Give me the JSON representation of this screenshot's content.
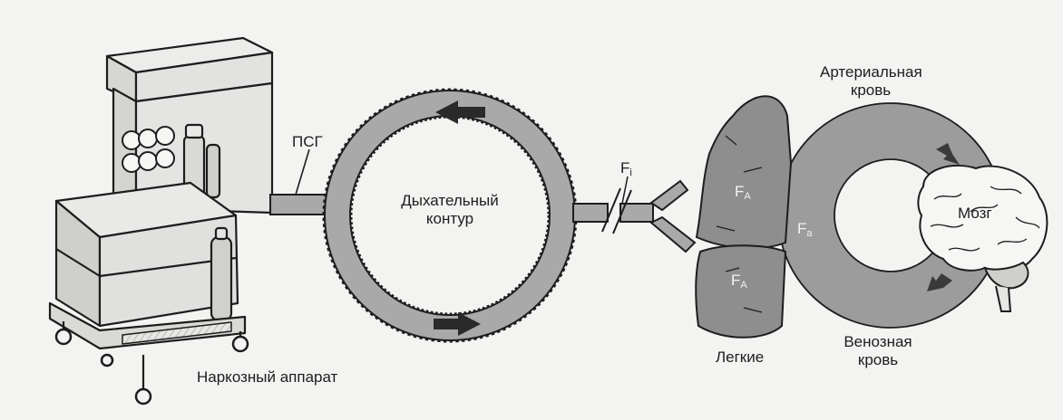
{
  "labels": {
    "machine": "Наркозный аппарат",
    "fresh_gas": "ПСГ",
    "circuit_line1": "Дыхательный",
    "circuit_line2": "контур",
    "fi_main": "F",
    "fi_sub": "i",
    "fa_alv_main": "F",
    "fa_alv_sub": "A",
    "fa_art_main": "F",
    "fa_art_sub": "a",
    "lungs": "Легкие",
    "arterial_line1": "Артериальная",
    "arterial_line2": "кровь",
    "venous_line1": "Венозная",
    "venous_line2": "кровь",
    "brain": "Мозг"
  },
  "colors": {
    "background": "#f3f3f1",
    "ink": "#1d1d1d",
    "tube": "#a9a9a9",
    "ring": "#9c9c9c",
    "lung": "#8e8e8e",
    "machine_face": "#e2e2e0"
  },
  "icons": [
    "anesthesia-machine-icon",
    "breathing-circuit-ring",
    "lungs-icon",
    "blood-circulation-ring",
    "brain-icon",
    "flow-arrow-icon",
    "break-mark-icon"
  ]
}
